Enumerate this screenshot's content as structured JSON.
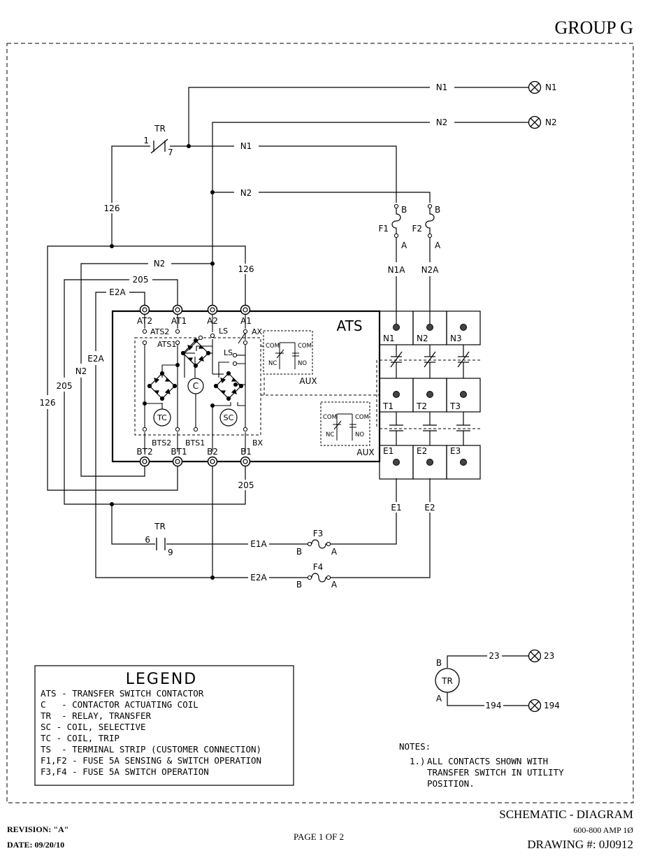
{
  "header": {
    "group": "GROUP G"
  },
  "wires": {
    "n1": "N1",
    "n2": "N2",
    "n1a": "N1A",
    "n2a": "N2A",
    "e1": "E1",
    "e2": "E2",
    "e1a": "E1A",
    "e2a": "E2A",
    "w126": "126",
    "w205": "205",
    "w23": "23",
    "w194": "194"
  },
  "components": {
    "tr": "TR",
    "tr_pin1": "1",
    "tr_pin7": "7",
    "tr_pin6": "6",
    "tr_pin9": "9",
    "f1": "F1",
    "f2": "F2",
    "f3": "F3",
    "f4": "F4",
    "pin_a": "A",
    "pin_b": "B",
    "ats": "ATS",
    "ls": "LS",
    "c": "C",
    "tc": "TC",
    "sc": "SC",
    "aux": "AUX",
    "com": "COM",
    "nc": "NC",
    "no": "NO"
  },
  "terminals": {
    "top": [
      "AT2",
      "AT1",
      "A2",
      "A1"
    ],
    "bottom": [
      "BT2",
      "BT1",
      "B2",
      "B1"
    ],
    "ats2": "ATS2",
    "ats1": "ATS1",
    "ax": "AX",
    "bts2": "BTS2",
    "bts1": "BTS1",
    "bx": "BX",
    "block_n": [
      "N1",
      "N2",
      "N3"
    ],
    "block_t": [
      "T1",
      "T2",
      "T3"
    ],
    "block_e": [
      "E1",
      "E2",
      "E3"
    ]
  },
  "legend": {
    "title": "LEGEND",
    "items": [
      "ATS - TRANSFER SWITCH CONTACTOR",
      "C   - CONTACTOR ACTUATING COIL",
      "TR  - RELAY, TRANSFER",
      "SC - COIL, SELECTIVE",
      "TC - COIL, TRIP",
      "TS  - TERMINAL STRIP (CUSTOMER CONNECTION)",
      "F1,F2 - FUSE 5A SENSING & SWITCH OPERATION",
      "F3,F4 - FUSE 5A SWITCH OPERATION"
    ]
  },
  "notes": {
    "title": "NOTES:",
    "num": "1.)",
    "lines": [
      "ALL CONTACTS SHOWN WITH",
      "TRANSFER SWITCH IN UTILITY",
      "POSITION."
    ]
  },
  "title_block": {
    "title": "SCHEMATIC - DIAGRAM",
    "rating": "600-800 AMP 1Ø",
    "drawing": "DRAWING #: 0J0912",
    "revision": "REVISION: \"A\"",
    "date": "DATE: 09/20/10",
    "page": "PAGE 1 OF 2"
  }
}
